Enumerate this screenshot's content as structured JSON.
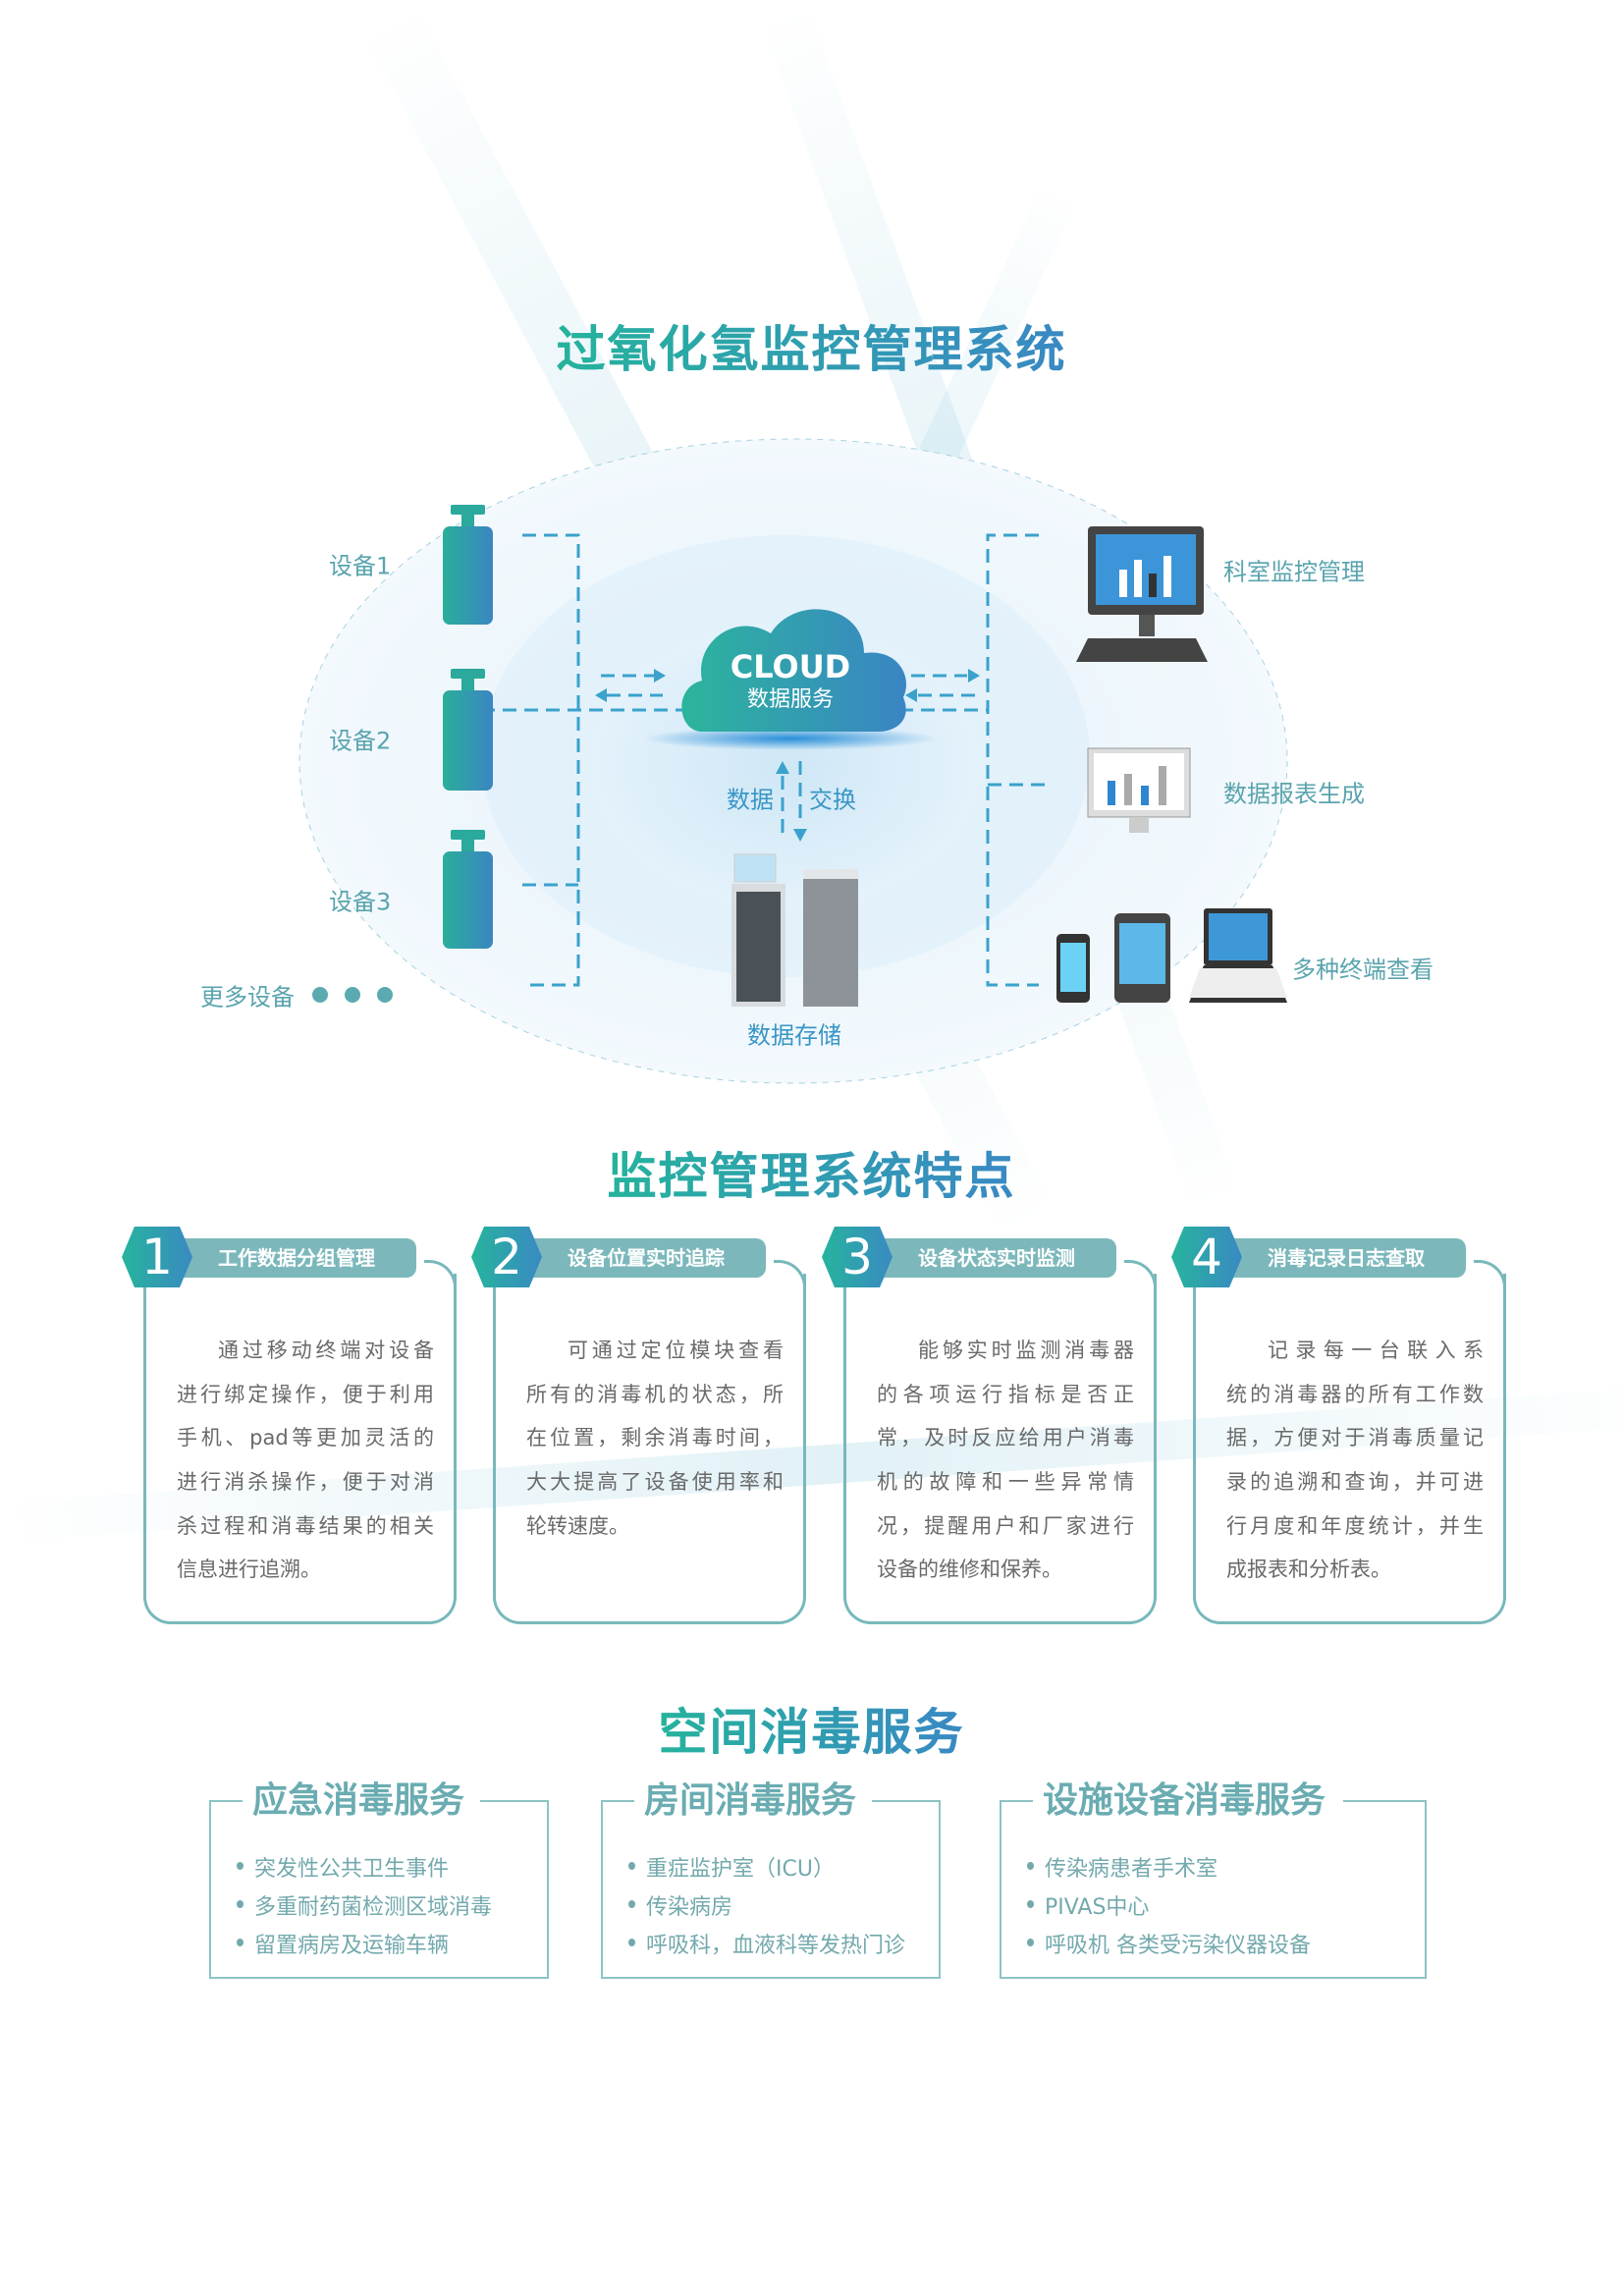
{
  "system": {
    "title": "过氧化氢监控管理系统",
    "devices": [
      "设备1",
      "设备2",
      "设备3"
    ],
    "more_devices": "更多设备",
    "cloud": {
      "title": "CLOUD",
      "subtitle": "数据服务"
    },
    "exchange": {
      "left": "数据",
      "right": "交换"
    },
    "storage": "数据存储",
    "outputs": [
      "科室监控管理",
      "数据报表生成",
      "多种终端查看"
    ]
  },
  "features": {
    "title": "监控管理系统特点",
    "items": [
      {
        "num": "1",
        "title": "工作数据分组管理",
        "lines": [
          "通过移动终端对设备",
          "进行绑定操作，便于利用",
          "手机、pad等更加灵活的",
          "进行消杀操作，便于对消",
          "杀过程和消毒结果的相关",
          "信息进行追溯。"
        ]
      },
      {
        "num": "2",
        "title": "设备位置实时追踪",
        "lines": [
          "可通过定位模块查看",
          "所有的消毒机的状态，所",
          "在位置，剩余消毒时间，",
          "大大提高了设备使用率和",
          "轮转速度。"
        ]
      },
      {
        "num": "3",
        "title": "设备状态实时监测",
        "lines": [
          "能够实时监测消毒器",
          "的各项运行指标是否正",
          "常，及时反应给用户消毒",
          "机的故障和一些异常情",
          "况，提醒用户和厂家进行",
          "设备的维修和保养。"
        ]
      },
      {
        "num": "4",
        "title": "消毒记录日志查取",
        "lines": [
          "记录每一台联入系",
          "统的消毒器的所有工作数",
          "据，方便对于消毒质量记",
          "录的追溯和查询，并可进",
          "行月度和年度统计，并生",
          "成报表和分析表。"
        ]
      }
    ]
  },
  "services": {
    "title": "空间消毒服务",
    "groups": [
      {
        "title": "应急消毒服务",
        "items": [
          "突发性公共卫生事件",
          "多重耐药菌检测区域消毒",
          "留置病房及运输车辆"
        ]
      },
      {
        "title": "房间消毒服务",
        "items": [
          "重症监护室（ICU）",
          "传染病房",
          "呼吸科，血液科等发热门诊"
        ]
      },
      {
        "title": "设施设备消毒服务",
        "items": [
          "传染病患者手术室",
          "PIVAS中心",
          "呼吸机 各类受污染仪器设备"
        ]
      }
    ]
  },
  "colors": {
    "accent_start": "#25b39c",
    "accent_end": "#3a88c4",
    "border": "#78b8bb",
    "label": "#5aa4ae"
  }
}
